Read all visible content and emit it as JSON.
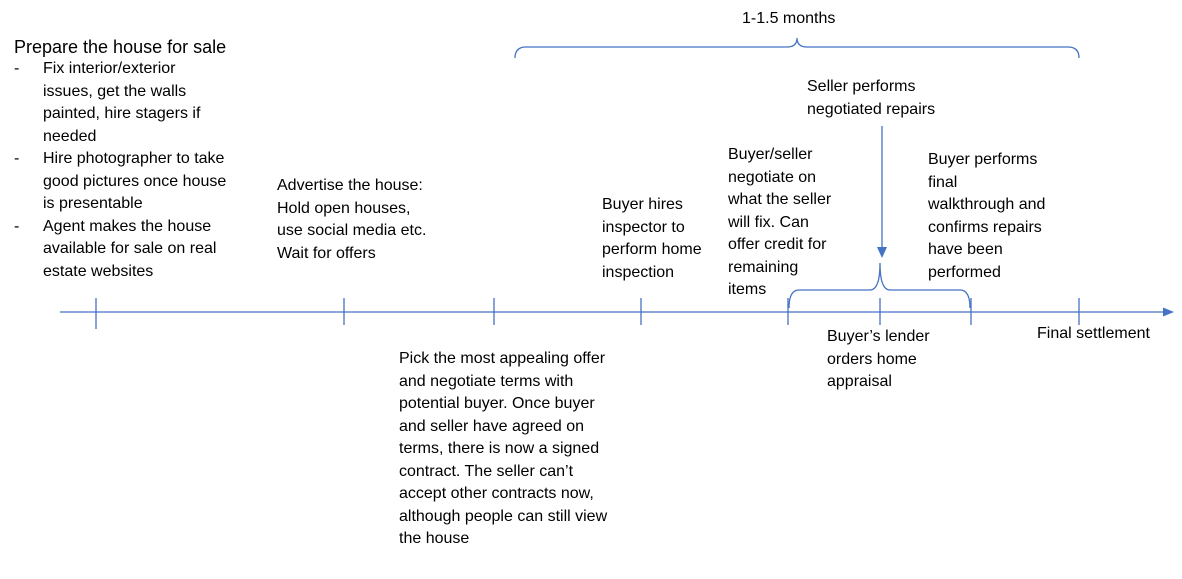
{
  "duration_label": "1-1.5 months",
  "prep": {
    "heading": "Prepare the house for sale",
    "bullets": [
      {
        "dash": "-",
        "lines": [
          "Fix interior/exterior",
          "issues, get the walls",
          "painted, hire stagers if",
          "needed"
        ]
      },
      {
        "dash": "-",
        "lines": [
          "Hire photographer to take",
          "good pictures once house",
          "is presentable"
        ]
      },
      {
        "dash": "-",
        "lines": [
          "Agent makes the house",
          "available for sale on real",
          "estate websites"
        ]
      }
    ]
  },
  "advertise": {
    "lines": [
      "Advertise the house:",
      "Hold open houses,",
      "use social media etc.",
      "Wait for offers"
    ]
  },
  "offer": {
    "lines": [
      "Pick the most appealing offer",
      "and negotiate terms with",
      "potential buyer. Once buyer",
      "and seller have agreed on",
      "terms, there is now a signed",
      "contract. The seller can’t",
      "accept other contracts now,",
      "although people can still view",
      "the house"
    ]
  },
  "inspection": {
    "lines": [
      "Buyer hires",
      "inspector to",
      "perform home",
      "inspection"
    ]
  },
  "negotiate": {
    "lines": [
      "Buyer/seller",
      "negotiate on",
      "what the seller",
      "will fix. Can",
      "offer credit for",
      "remaining",
      "items"
    ]
  },
  "repairs": {
    "lines": [
      "Seller performs",
      "negotiated repairs"
    ]
  },
  "walkthrough": {
    "lines": [
      "Buyer performs",
      "final",
      "walkthrough and",
      "confirms repairs",
      "have been",
      "performed"
    ]
  },
  "appraisal": {
    "lines": [
      "Buyer’s lender",
      "orders home",
      "appraisal"
    ]
  },
  "settlement": {
    "lines": [
      "Final settlement"
    ]
  },
  "colors": {
    "line": "#4472c4",
    "text": "#000000"
  }
}
